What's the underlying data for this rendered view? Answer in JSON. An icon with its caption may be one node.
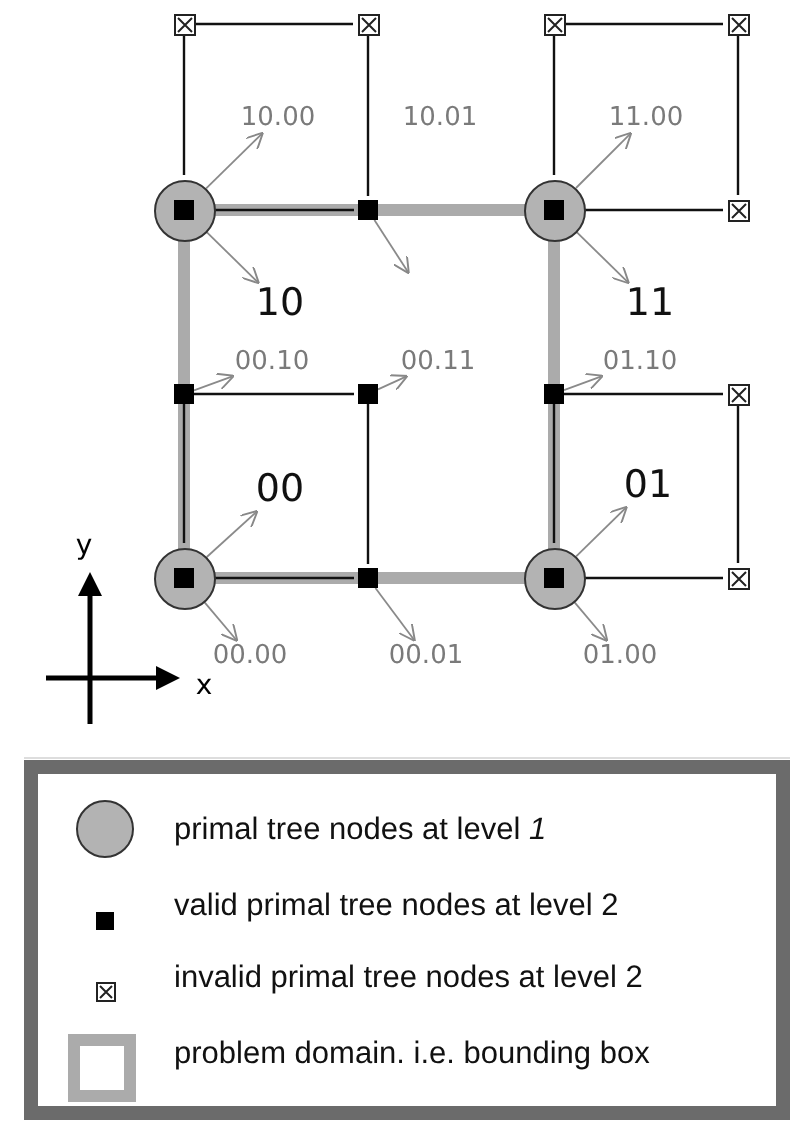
{
  "diagram": {
    "nodes": [
      {
        "text": [],
        "shape": "box"
      },
      {
        "text": [],
        "shape": "box"
      },
      {
        "text": [],
        "shape": "box"
      },
      {
        "text": [],
        "shape": "box"
      },
      {
        "text": [
          "10.00"
        ]
      },
      {
        "text": [
          "11.00"
        ]
      },
      {
        "text": [],
        "shape": "circle"
      },
      {
        "text": [],
        "shape": "square",
        "in": 6
      },
      {
        "text": [],
        "shape": "square"
      },
      {
        "text": [],
        "shape": "circle"
      },
      {
        "text": [],
        "shape": "square",
        "in": 9
      },
      {
        "text": [],
        "shape": "box"
      },
      {
        "text": [
          "10"
        ]
      },
      {
        "text": [
          "11"
        ]
      },
      {
        "text": [
          "00.10"
        ]
      },
      {
        "text": [
          "00.11"
        ]
      },
      {
        "text": [
          "01.10"
        ]
      },
      {
        "text": [],
        "shape": "square"
      },
      {
        "text": [],
        "shape": "square"
      },
      {
        "text": [],
        "shape": "square"
      },
      {
        "text": [],
        "shape": "box"
      },
      {
        "text": [
          "00"
        ]
      },
      {
        "text": [
          "01"
        ]
      },
      {
        "text": [],
        "shape": "circle"
      },
      {
        "text": [],
        "shape": "square",
        "in": 23
      },
      {
        "text": [],
        "shape": "square"
      },
      {
        "text": [],
        "shape": "circle"
      },
      {
        "text": [],
        "shape": "square",
        "in": 26
      },
      {
        "text": [],
        "shape": "box"
      },
      {
        "text": [
          "00.00"
        ]
      },
      {
        "text": [
          "00.01"
        ]
      },
      {
        "text": [
          "01.00"
        ]
      }
    ],
    "edges": [
      {
        "from": 0,
        "to": 1,
        "arrow": "none"
      },
      {
        "from": 0,
        "to": 6,
        "arrow": "none"
      },
      {
        "from": 1,
        "to": 8,
        "arrow": "none"
      },
      {
        "from": 6,
        "to": 8,
        "arrow": "none"
      },
      {
        "from": 2,
        "to": 3,
        "arrow": "none"
      },
      {
        "from": 2,
        "to": 9,
        "arrow": "none"
      },
      {
        "from": 3,
        "to": 11,
        "arrow": "none"
      },
      {
        "from": 9,
        "to": 11,
        "arrow": "none"
      },
      {
        "from": 17,
        "to": 18,
        "arrow": "none"
      },
      {
        "from": 18,
        "to": 25,
        "arrow": "none"
      },
      {
        "from": 17,
        "to": 23,
        "arrow": "none"
      },
      {
        "from": 23,
        "to": 25,
        "arrow": "none"
      },
      {
        "from": 19,
        "to": 20,
        "arrow": "none"
      },
      {
        "from": 20,
        "to": 28,
        "arrow": "none"
      },
      {
        "from": 19,
        "to": 26,
        "arrow": "none"
      },
      {
        "from": 26,
        "to": 28,
        "arrow": "none"
      },
      {
        "from": 6,
        "to": 4,
        "arrow": "to",
        "color": "#8a8a8a"
      },
      {
        "from": 6,
        "to": 12,
        "arrow": "to",
        "color": "#8a8a8a"
      },
      {
        "from": 8,
        "to": null,
        "arrow": "to",
        "color": "#8a8a8a"
      },
      {
        "from": 9,
        "to": 5,
        "arrow": "to",
        "color": "#8a8a8a"
      },
      {
        "from": 9,
        "to": 13,
        "arrow": "to",
        "color": "#8a8a8a"
      },
      {
        "from": 17,
        "to": 14,
        "arrow": "to",
        "color": "#8a8a8a"
      },
      {
        "from": 18,
        "to": 15,
        "arrow": "to",
        "color": "#8a8a8a"
      },
      {
        "from": 19,
        "to": 16,
        "arrow": "to",
        "color": "#8a8a8a"
      },
      {
        "from": 23,
        "to": 21,
        "arrow": "to",
        "color": "#8a8a8a"
      },
      {
        "from": 26,
        "to": 22,
        "arrow": "to",
        "color": "#8a8a8a"
      },
      {
        "from": 23,
        "to": 29,
        "arrow": "to",
        "color": "#8a8a8a"
      },
      {
        "from": 25,
        "to": 30,
        "arrow": "to",
        "color": "#8a8a8a"
      },
      {
        "from": 26,
        "to": 31,
        "arrow": "to",
        "color": "#8a8a8a"
      }
    ],
    "labels": [
      "10.01",
      "y",
      "x"
    ],
    "legend": [
      {
        "text": "primal tree nodes at level *1*"
      },
      {
        "text": "valid primal tree nodes at level 2"
      },
      {
        "text": "invalid primal tree nodes at level 2"
      },
      {
        "text": "problem domain. i.e. bounding box"
      }
    ]
  }
}
